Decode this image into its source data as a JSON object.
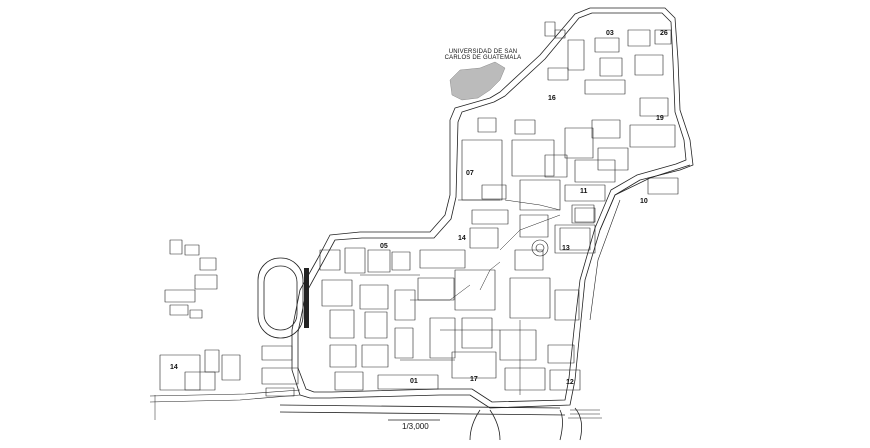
{
  "map": {
    "title_line1": "UNIVERSIDAD DE SAN",
    "title_line2": "CARLOS DE GUATEMALA",
    "scale": "1/3,000",
    "building_numbers": [
      "03",
      "26",
      "13",
      "07",
      "16",
      "14",
      "05",
      "11",
      "10",
      "01",
      "12",
      "14",
      "17",
      "19"
    ]
  }
}
